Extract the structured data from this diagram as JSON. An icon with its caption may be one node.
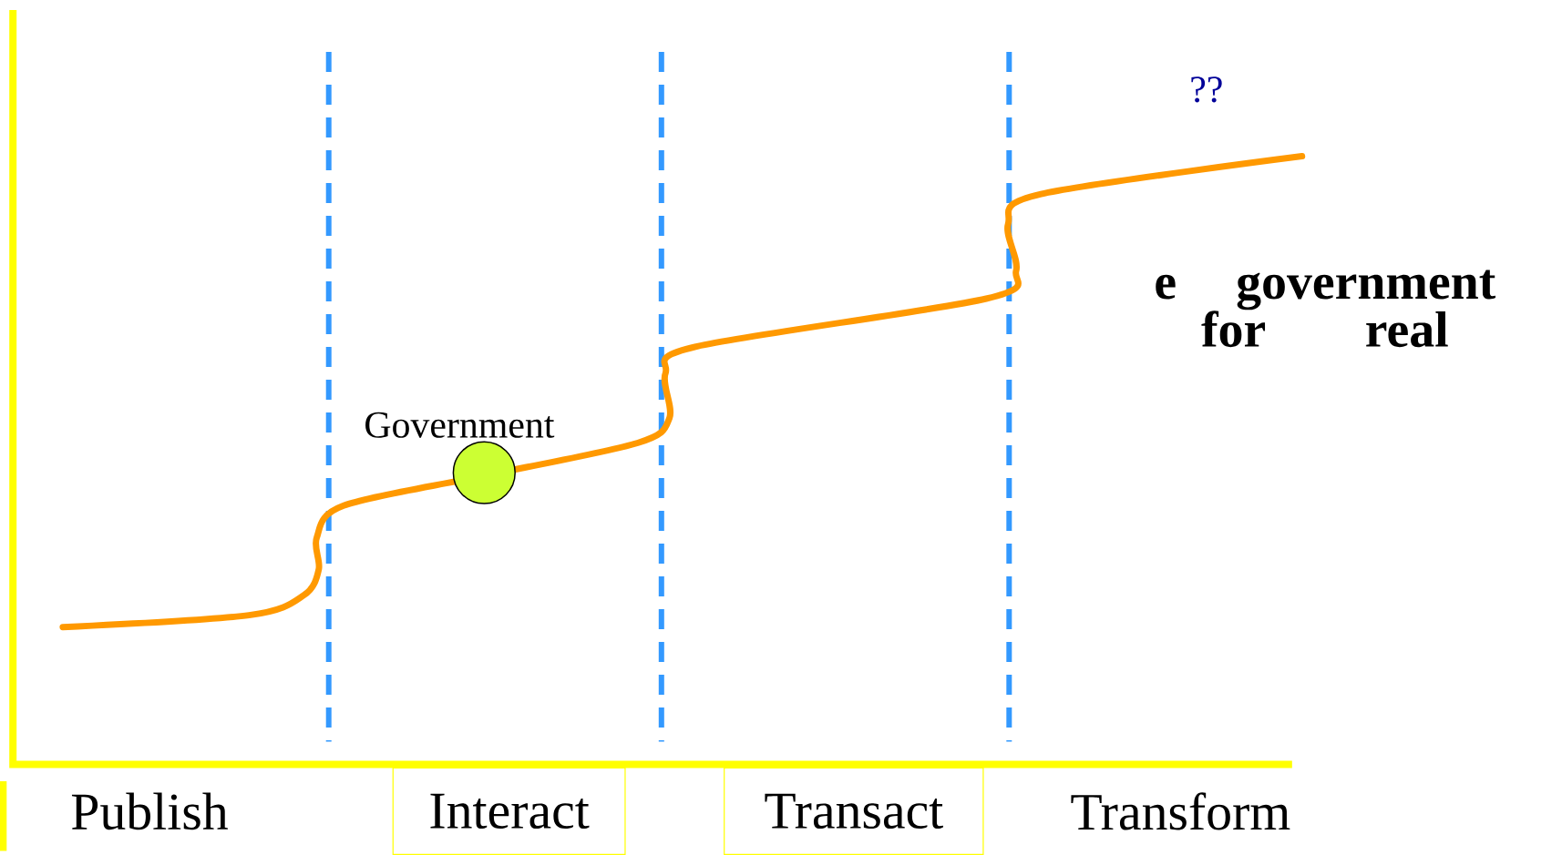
{
  "diagram": {
    "nodes": [
      {
        "text": [
          "Interact"
        ]
      },
      {
        "text": [
          "Transact"
        ]
      },
      {
        "text": [],
        "shape": "circle",
        "beside": [
          "Government"
        ]
      }
    ],
    "labels": [
      "??",
      "e government for real",
      "Publish",
      "Transform"
    ]
  }
}
